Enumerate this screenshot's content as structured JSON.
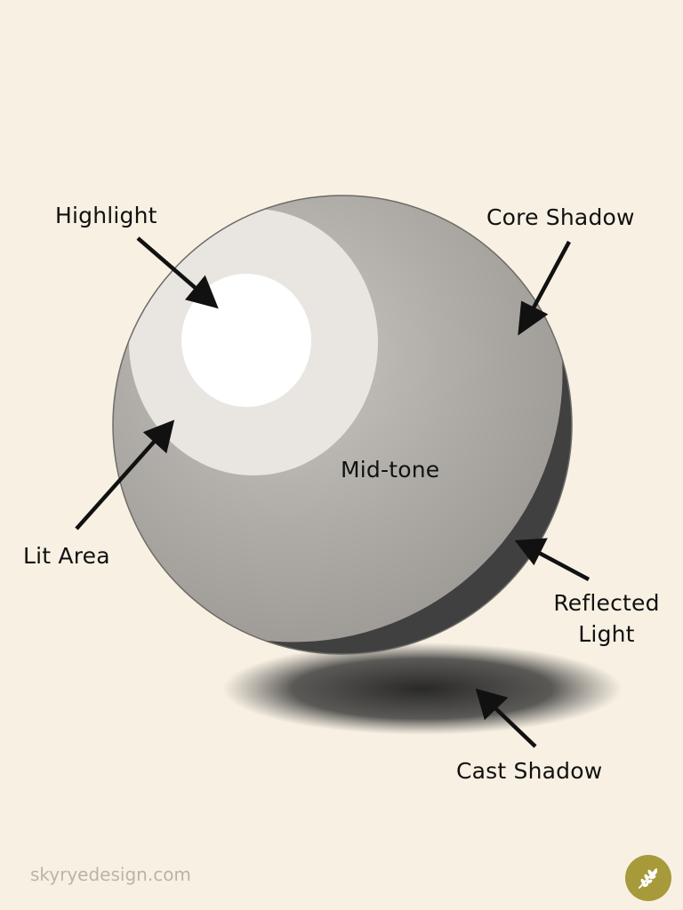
{
  "diagram": {
    "subject": "shaded sphere value study",
    "background_color": "#f8f1e3",
    "labels": {
      "highlight": "Highlight",
      "core_shadow": "Core Shadow",
      "mid_tone": "Mid-tone",
      "lit_area": "Lit Area",
      "reflected_light_line1": "Reflected",
      "reflected_light_line2": "Light",
      "cast_shadow": "Cast Shadow"
    },
    "colors": {
      "highlight": "#ffffff",
      "lit_area": "#e9e6e2",
      "mid_tone": "#a9a6a1",
      "core_shadow": "#3a3a3a",
      "reflected_light": "#bdbab4",
      "cast_shadow": "#2b2b2b",
      "arrow": "#111111"
    }
  },
  "footer": {
    "watermark": "skyryedesign.com",
    "logo_icon": "wheat-icon",
    "logo_color": "#a79a3a"
  }
}
